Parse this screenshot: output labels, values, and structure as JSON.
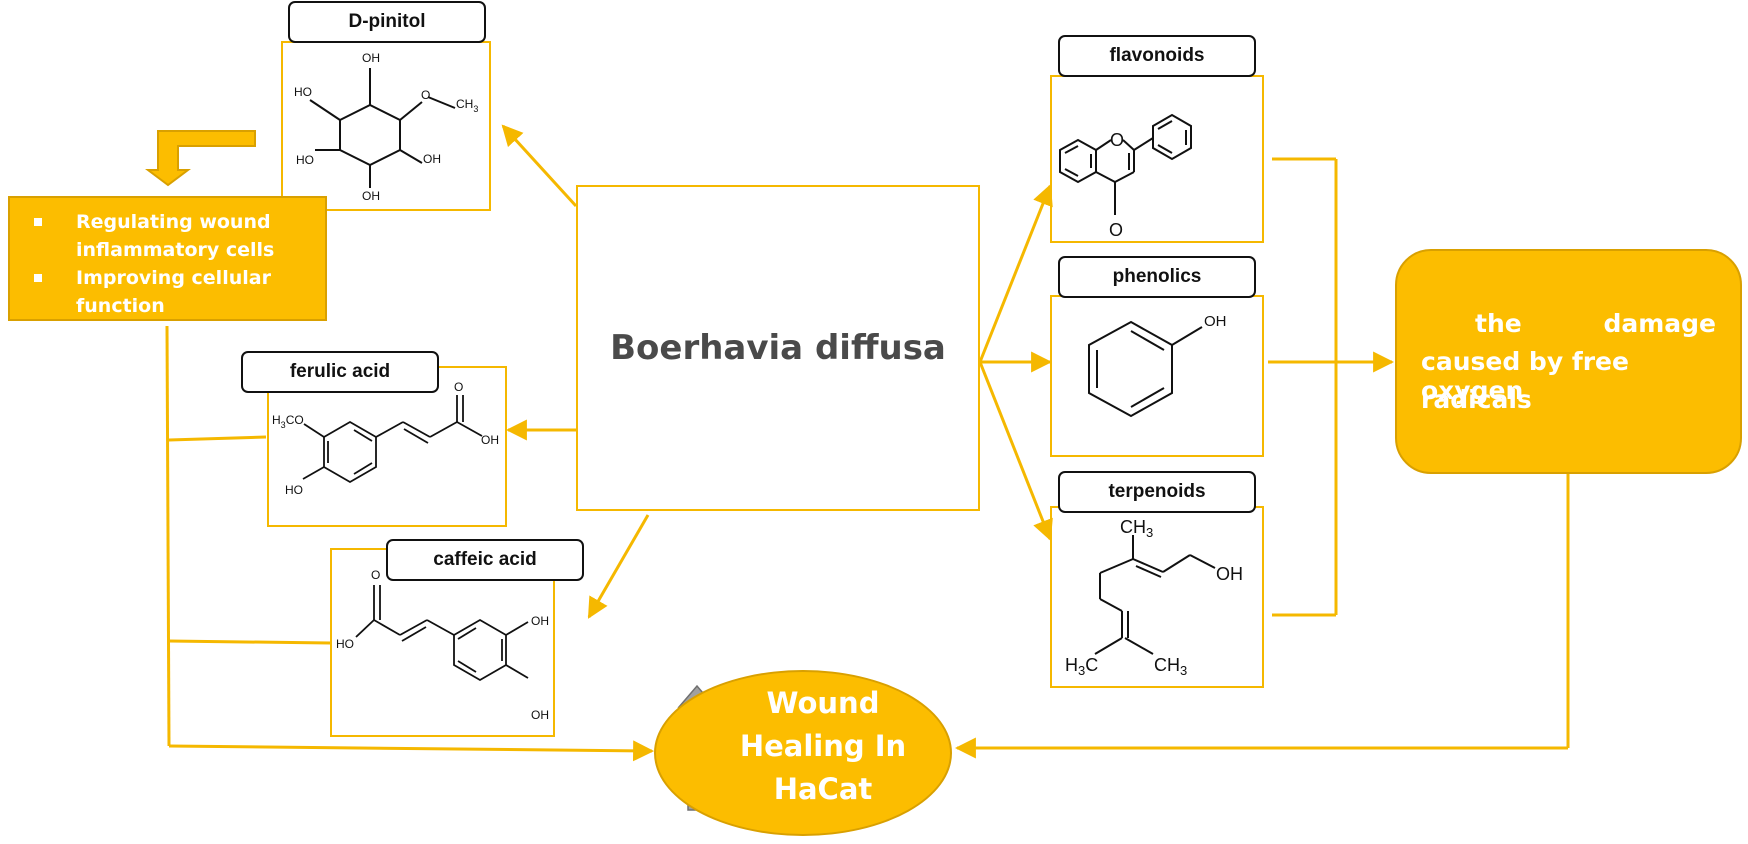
{
  "center": {
    "title": "Boerhavia diffusa"
  },
  "compounds": {
    "d_pinitol": "D-pinitol",
    "ferulic_acid": "ferulic acid",
    "caffeic_acid": "caffeic acid",
    "flavonoids": "flavonoids",
    "phenolics": "phenolics",
    "terpenoids": "terpenoids"
  },
  "structures": {
    "d_pinitol": {
      "oh_top": "OH",
      "ho_left": "HO",
      "o_methyl": "O",
      "ch3": "CH",
      "ch3_sub": "3",
      "ho_left2": "HO",
      "oh_right": "OH",
      "oh_bottom": "OH"
    },
    "ferulic": {
      "methoxy": "H",
      "methoxy_sub": "3",
      "methoxy_rest": "CO",
      "ho": "HO",
      "carbonyl_o": "O",
      "oh": "OH"
    },
    "caffeic": {
      "carbonyl_o": "O",
      "ho": "HO",
      "oh_top": "OH",
      "oh_bottom": "OH"
    },
    "flavone": {
      "ring_o": "O",
      "carbonyl_o": "O"
    },
    "phenol": {
      "oh": "OH"
    },
    "geraniol": {
      "ch3_top": "CH",
      "ch3_top_sub": "3",
      "oh": "OH",
      "h3c": "H",
      "h3c_sub": "3",
      "h3c_rest": "C",
      "ch3_right": "CH",
      "ch3_right_sub": "3"
    }
  },
  "effects": {
    "items": [
      "Regulating wound inflammatory cells",
      "Improving cellular function"
    ]
  },
  "radicals": {
    "word1": "the",
    "word2": "damage",
    "line2": "caused by free oxygen",
    "line3": "radicals"
  },
  "healing": {
    "line1": "Wound",
    "line2": "Healing In",
    "line3": "HaCat"
  },
  "colors": {
    "accent": "#fcbd00",
    "arrow": "#f5b800",
    "indicator": "#9e9e9e"
  }
}
